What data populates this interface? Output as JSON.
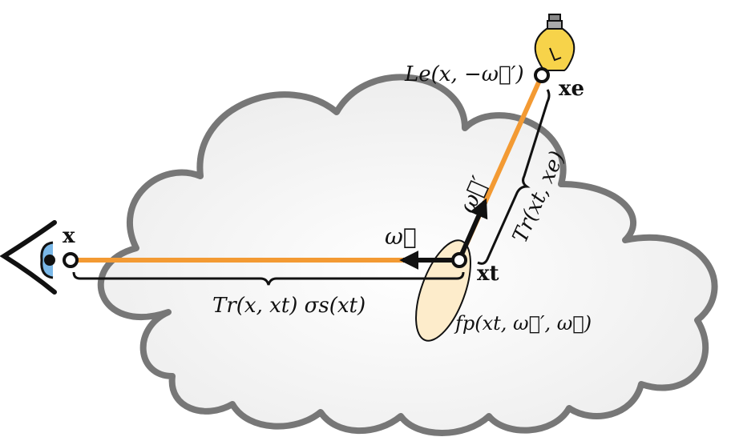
{
  "labels": {
    "camera_point": "x",
    "scatter_point": "xt",
    "light_point": "xe",
    "dir_view": "ω⃗",
    "dir_light": "ω⃗′",
    "emission": "Le(x, −ω⃗′)",
    "transmittance_light": "Tr(xt, xe)",
    "transmittance_view": "Tr(x, xt) σs(xt)",
    "phase": "fp(xt, ω⃗′, ω⃗)"
  },
  "colors": {
    "cloud_fill": "#f2f2f2",
    "cloud_stroke": "#777777",
    "path": "#f39a33",
    "phase_fill": "#fdeccb",
    "bulb": "#f7d34a",
    "eye_iris": "#7ab8e8"
  },
  "icons": {
    "camera": "eye-icon",
    "light": "lightbulb-icon"
  }
}
